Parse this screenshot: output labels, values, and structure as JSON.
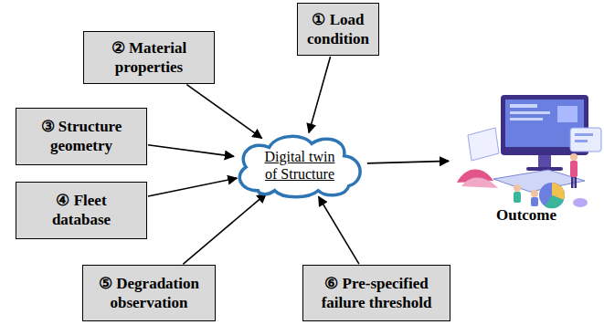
{
  "diagram": {
    "nodes": [
      {
        "text": [
          "① Load condition"
        ]
      },
      {
        "text": [
          "② Material properties"
        ]
      },
      {
        "text": [
          "③ Structure geometry"
        ]
      },
      {
        "text": [
          "④ Fleet database"
        ]
      },
      {
        "text": [
          "⑤ Degradation observation"
        ]
      },
      {
        "text": [
          "⑥ Pre-specified failure threshold"
        ]
      },
      {
        "text": [
          "Digital twin of Structure"
        ]
      },
      {
        "text": [
          "Outcome"
        ]
      }
    ],
    "edges": [
      {
        "from": 0,
        "to": 6,
        "arrow": "to"
      },
      {
        "from": 1,
        "to": 6,
        "arrow": "to"
      },
      {
        "from": 2,
        "to": 6,
        "arrow": "to"
      },
      {
        "from": 3,
        "to": 6,
        "arrow": "to"
      },
      {
        "from": 4,
        "to": 6,
        "arrow": "to"
      },
      {
        "from": 5,
        "to": 6,
        "arrow": "to"
      },
      {
        "from": 6,
        "to": 7,
        "arrow": "to"
      }
    ]
  }
}
